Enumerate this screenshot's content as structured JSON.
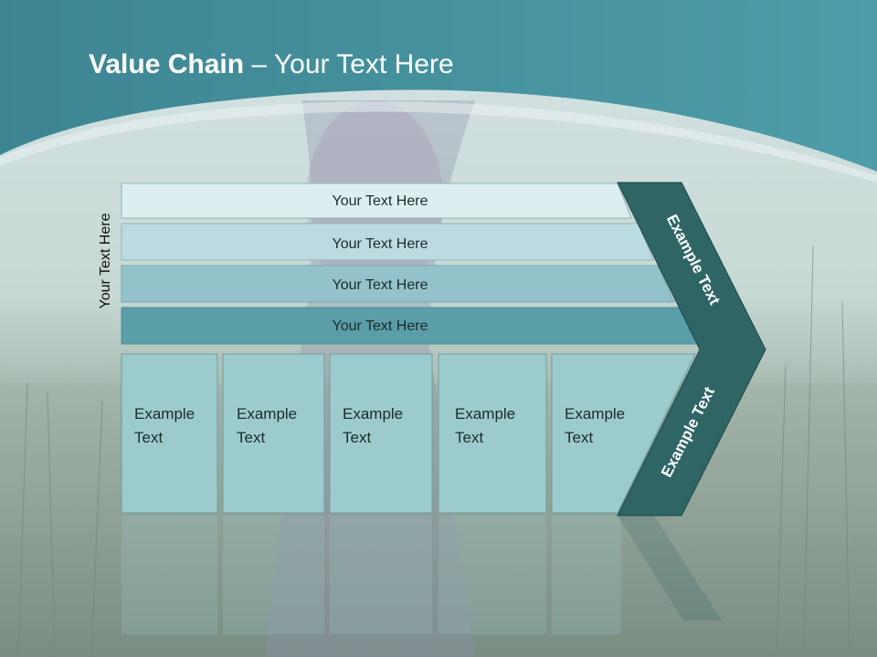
{
  "slide": {
    "title_bold": "Value Chain",
    "title_rest": " – Your Text Here",
    "side_label": "Your Text Here"
  },
  "bars": [
    {
      "label": "Your Text Here"
    },
    {
      "label": "Your Text Here"
    },
    {
      "label": "Your Text Here"
    },
    {
      "label": "Your Text Here"
    }
  ],
  "boxes": [
    {
      "line1": "Example",
      "line2": "Text"
    },
    {
      "line1": "Example",
      "line2": "Text"
    },
    {
      "line1": "Example",
      "line2": "Text"
    },
    {
      "line1": "Example",
      "line2": "Text"
    },
    {
      "line1": "Example",
      "line2": "Text"
    }
  ],
  "chevron": {
    "upper_label": "Example Text",
    "lower_label": "Example Text"
  },
  "colors": {
    "header": "#3e8b96",
    "bar1": "#dceef0",
    "bar2": "#bcdbe0",
    "bar3": "#93c2ca",
    "bar4": "#5a9ea8",
    "box": "#9ccbcd",
    "chevron": "#2f6565"
  }
}
